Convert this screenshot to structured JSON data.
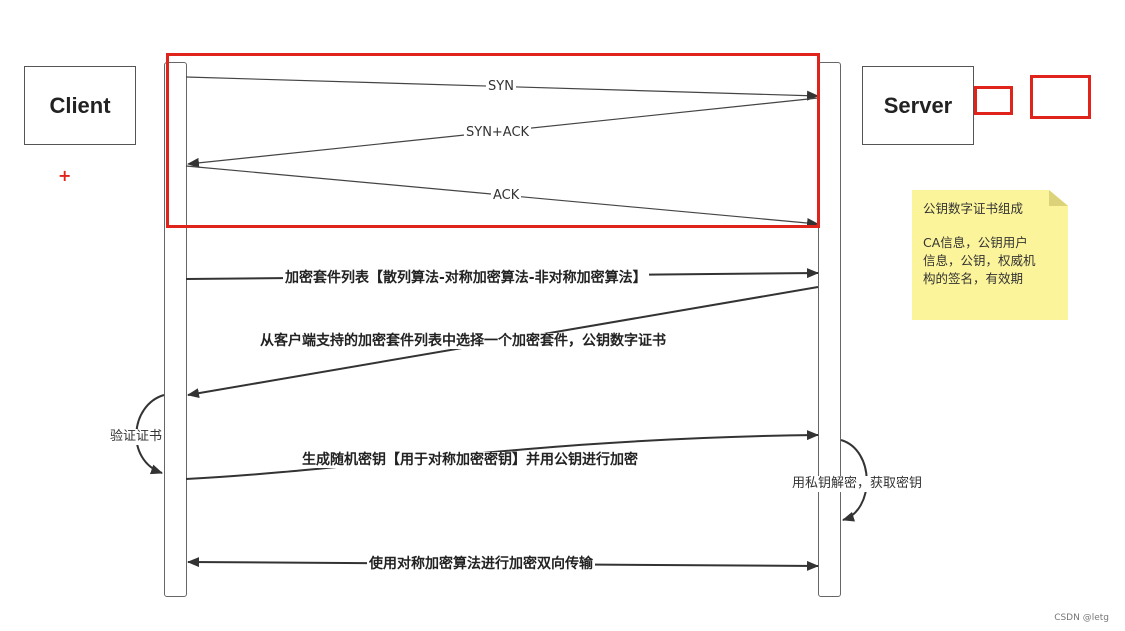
{
  "actors": {
    "client": "Client",
    "server": "Server"
  },
  "messages": {
    "syn": "SYN",
    "syn_ack": "SYN+ACK",
    "ack": "ACK",
    "cipher_list": "加密套件列表【散列算法-对称加密算法-非对称加密算法】",
    "server_select": "从客户端支持的加密套件列表中选择一个加密套件，公钥数字证书",
    "session_key": "生成随机密钥【用于对称加密密钥】并用公钥进行加密",
    "symmetric": "使用对称加密算法进行加密双向传输"
  },
  "self_actions": {
    "verify_cert": "验证证书",
    "decrypt": "用私钥解密，获取密钥"
  },
  "note": {
    "title": "公钥数字证书组成",
    "body_line1": "CA信息，公钥用户",
    "body_line2": "信息，公钥，权威机",
    "body_line3": "构的签名，有效期"
  },
  "colors": {
    "highlight": "#e0241b",
    "note": "#fbf49b",
    "line": "#333333"
  },
  "watermark": "CSDN @letg"
}
